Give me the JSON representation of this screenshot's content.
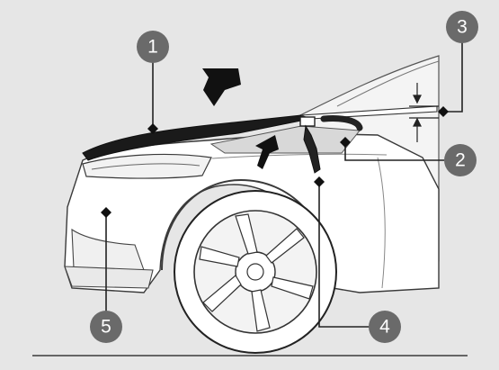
{
  "callouts": {
    "c1": "1",
    "c2": "2",
    "c3": "3",
    "c4": "4",
    "c5": "5"
  },
  "colors": {
    "background": "#e6e6e6",
    "callout_fill": "#6a6a6a",
    "car_body": "#ffffff",
    "outline": "#3a3a3a",
    "hood": "#1a1a1a"
  }
}
